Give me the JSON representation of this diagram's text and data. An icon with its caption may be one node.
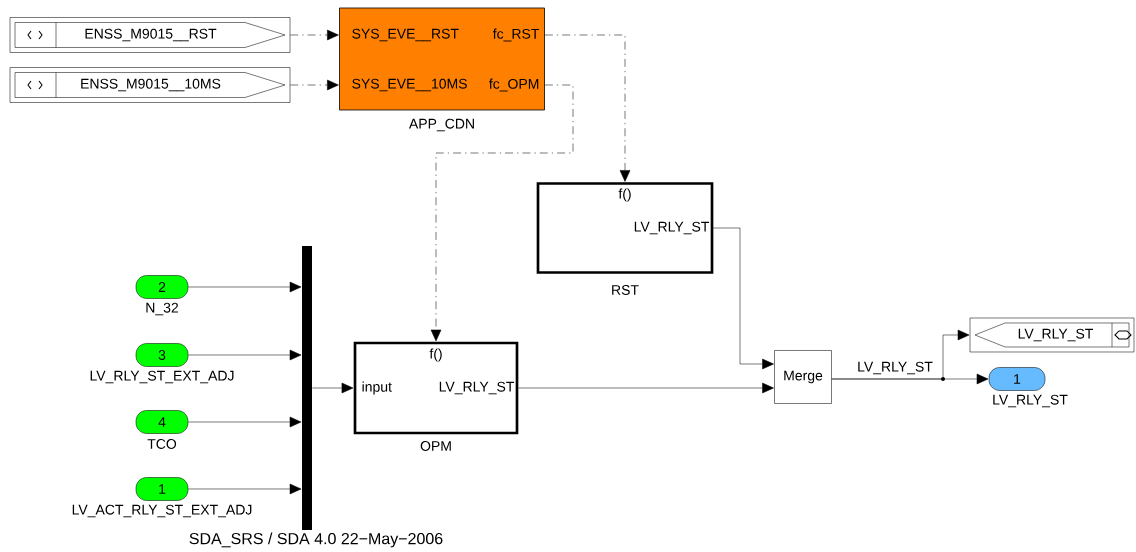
{
  "diagram": {
    "nodes": [
      {
        "text": [
          "ENSS_M9015__RST"
        ]
      },
      {
        "text": [
          "ENSS_M9015__10MS"
        ]
      },
      {
        "text": [
          "SYS_EVE__RST",
          "fc_RST",
          "SYS_EVE__10MS",
          "fc_OPM",
          "APP_CDN"
        ]
      },
      {
        "text": [
          "f()",
          "LV_RLY_ST",
          "RST"
        ]
      },
      {
        "text": [
          "2",
          "N_32"
        ]
      },
      {
        "text": [
          "3",
          "LV_RLY_ST_EXT_ADJ"
        ]
      },
      {
        "text": [
          "4",
          "TCO"
        ]
      },
      {
        "text": [
          "1",
          "LV_ACT_RLY_ST_EXT_ADJ"
        ]
      },
      {
        "text": [],
        "shape": "bar"
      },
      {
        "text": [
          "f()",
          "input",
          "LV_RLY_ST",
          "OPM"
        ]
      },
      {
        "text": [
          "Merge"
        ]
      },
      {
        "text": [
          "LV_RLY_ST"
        ]
      },
      {
        "text": [
          "1",
          "LV_RLY_ST"
        ]
      }
    ],
    "edges": [
      {
        "from": 0,
        "to": 2,
        "arrow": "to",
        "style": "dashed"
      },
      {
        "from": 1,
        "to": 2,
        "arrow": "to",
        "style": "dashed"
      },
      {
        "from": 2,
        "to": 3,
        "arrow": "to",
        "style": "dashed"
      },
      {
        "from": 2,
        "to": 9,
        "arrow": "to",
        "style": "dashed"
      },
      {
        "from": 4,
        "to": 8,
        "arrow": "to"
      },
      {
        "from": 5,
        "to": 8,
        "arrow": "to"
      },
      {
        "from": 6,
        "to": 8,
        "arrow": "to"
      },
      {
        "from": 7,
        "to": 8,
        "arrow": "to"
      },
      {
        "from": 8,
        "to": 9,
        "arrow": "to"
      },
      {
        "from": 9,
        "to": 10,
        "arrow": "to"
      },
      {
        "from": 3,
        "to": 10,
        "arrow": "to"
      },
      {
        "from": 10,
        "to": 11,
        "arrow": "to"
      },
      {
        "from": 10,
        "to": 12,
        "arrow": "to",
        "label": "LV_RLY_ST"
      }
    ],
    "labels": [
      "SDA_SRS / SDA 4.0 22−May−2006"
    ]
  }
}
